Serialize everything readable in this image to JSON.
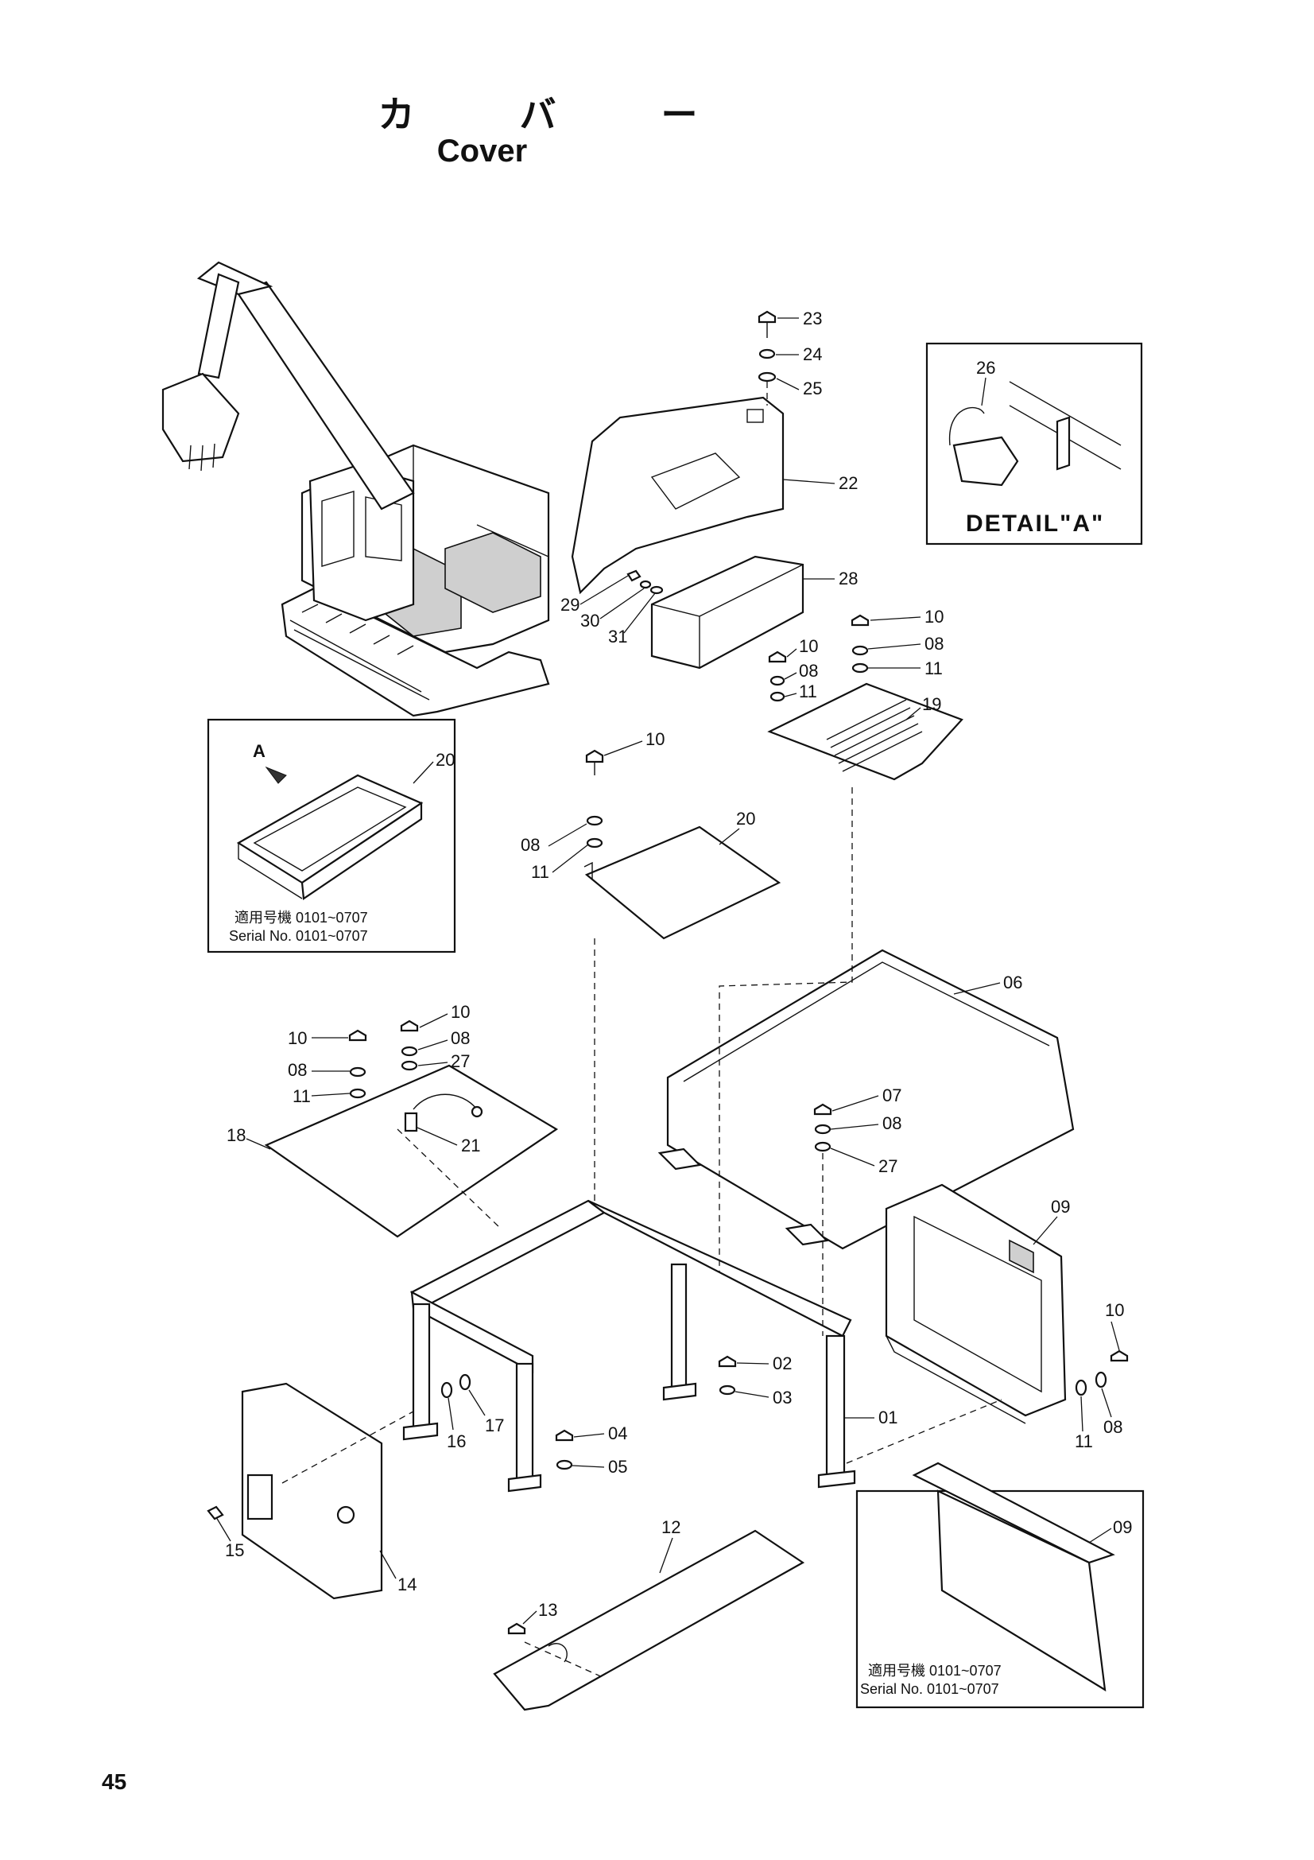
{
  "header": {
    "title_jp": "カ バ ー",
    "title_en": "Cover"
  },
  "page_number": "45",
  "detail_box": {
    "label": "DETAIL\"A\"",
    "part": "26"
  },
  "inset_left": {
    "arrow_label": "A",
    "part": "20",
    "serial_jp": "適用号機 0101~0707",
    "serial_en": "Serial No. 0101~0707"
  },
  "inset_right": {
    "part": "09",
    "serial_jp": "適用号機 0101~0707",
    "serial_en": "Serial No. 0101~0707"
  },
  "callouts": {
    "c23": "23",
    "c24": "24",
    "c25": "25",
    "c22": "22",
    "c28": "28",
    "c29": "29",
    "c30": "30",
    "c31": "31",
    "c10a": "10",
    "c08a": "08",
    "c11a": "11",
    "c10b": "10",
    "c08b": "08",
    "c11b": "11",
    "c19": "19",
    "c10c": "10",
    "c08c": "08",
    "c11c": "11",
    "c20": "20",
    "c06": "06",
    "c07": "07",
    "c08d": "08",
    "c27a": "27",
    "c10d": "10",
    "c08e": "08",
    "c27b": "27",
    "c10e": "10",
    "c08f": "08",
    "c11d": "11",
    "c18": "18",
    "c21": "21",
    "c09": "09",
    "c10f": "10",
    "c11e": "11",
    "c08g": "08",
    "c02": "02",
    "c03": "03",
    "c01": "01",
    "c04": "04",
    "c05": "05",
    "c16": "16",
    "c17": "17",
    "c15": "15",
    "c14": "14",
    "c12": "12",
    "c13": "13"
  }
}
